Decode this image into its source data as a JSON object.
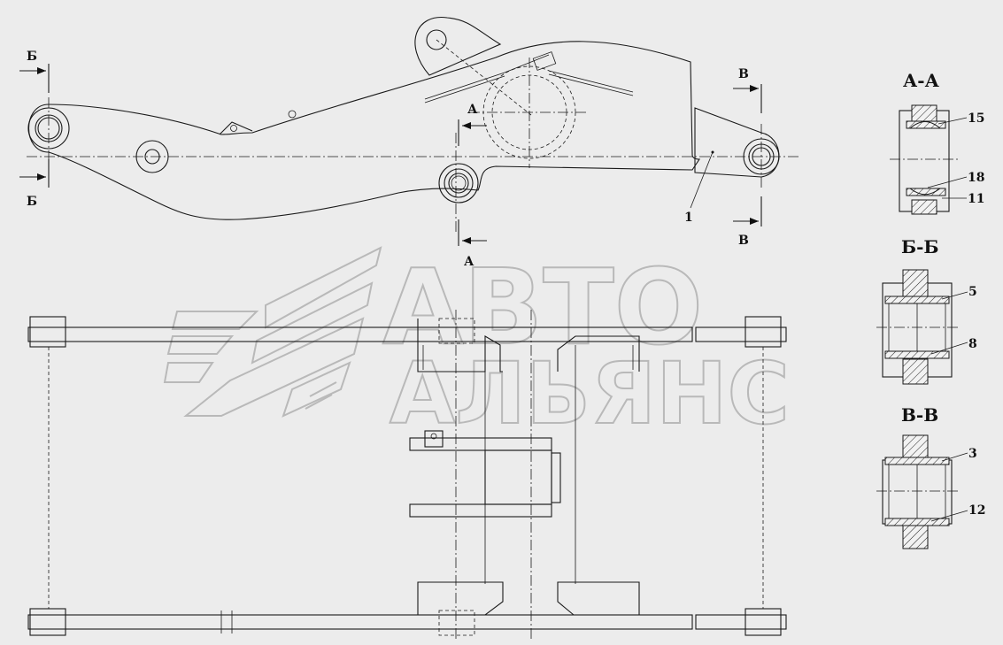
{
  "sections": {
    "aa_label": "А-А",
    "bb_label": "Б-Б",
    "vv_label": "В-В"
  },
  "cut_marks": {
    "a_top": "А",
    "a_bottom": "А",
    "b_top": "Б",
    "b_bottom": "Б",
    "v_top": "В",
    "v_bottom": "В"
  },
  "part_numbers": {
    "main_leader": "1",
    "aa": [
      "15",
      "18",
      "11"
    ],
    "bb": [
      "5",
      "8"
    ],
    "vv": [
      "3",
      "12"
    ]
  },
  "watermark": {
    "line1": "АВТО",
    "line2": "АЛЬЯНС"
  }
}
